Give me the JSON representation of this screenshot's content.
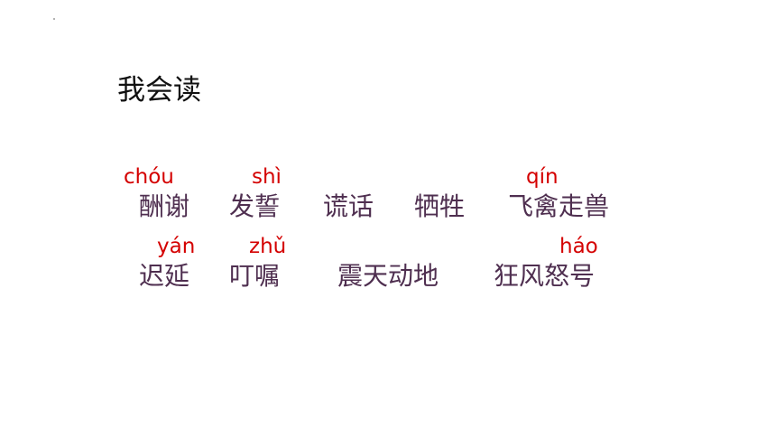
{
  "title": "我会读",
  "row1": {
    "pinyin": [
      "chóu",
      "shì",
      "qín"
    ],
    "words": [
      "酬谢",
      "发誓",
      "谎话",
      "牺牲",
      "飞禽走兽"
    ]
  },
  "row2": {
    "pinyin": [
      "yán",
      "zhǔ",
      "háo"
    ],
    "words": [
      "迟延",
      "叮嘱",
      "震天动地",
      "狂风怒号"
    ]
  },
  "colors": {
    "pinyin": "#d40000",
    "words": "#4f2f50",
    "title": "#111111"
  }
}
